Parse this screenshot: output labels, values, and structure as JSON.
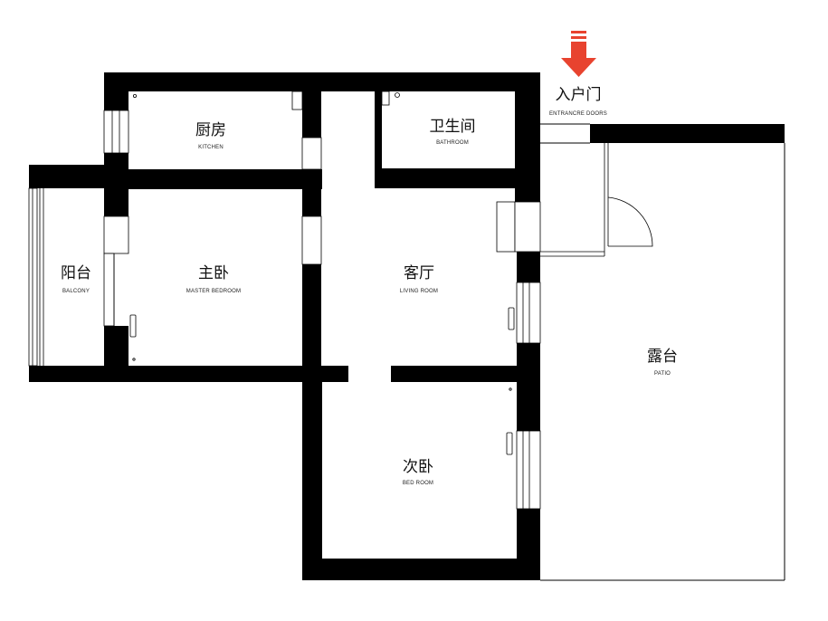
{
  "colors": {
    "wall": "#000000",
    "background": "#ffffff",
    "entrance_arrow": "#e8432f"
  },
  "rooms": {
    "kitchen": {
      "label_cn": "厨房",
      "label_en": "KITCHEN"
    },
    "bathroom": {
      "label_cn": "卫生间",
      "label_en": "BATHROOM"
    },
    "balcony": {
      "label_cn": "阳台",
      "label_en": "BALCONY"
    },
    "master": {
      "label_cn": "主卧",
      "label_en": "MASTER BEDROOM"
    },
    "living": {
      "label_cn": "客厅",
      "label_en": "LIVING ROOM"
    },
    "bedroom": {
      "label_cn": "次卧",
      "label_en": "BED ROOM"
    },
    "patio": {
      "label_cn": "露台",
      "label_en": "PATIO"
    }
  },
  "entrance": {
    "label_cn": "入户门",
    "label_en": "ENTRANCRE DOORS",
    "icon": "arrow-down-icon"
  }
}
